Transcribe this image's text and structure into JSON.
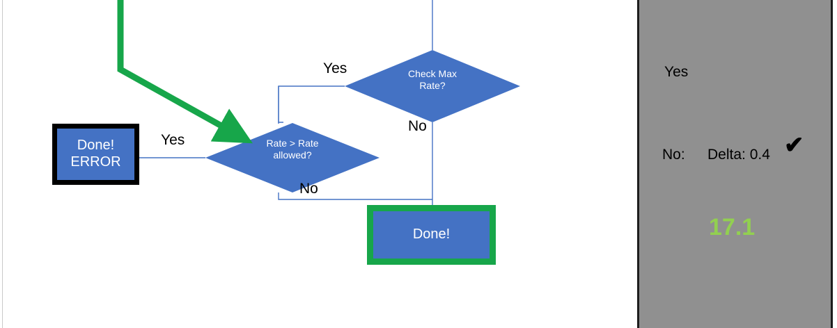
{
  "slide": {
    "background_color": "#FFFFFF",
    "shape_fill": "#4472C4",
    "connector_color": "#4472C4",
    "highlight_green": "#17A64A",
    "error_border": "#000000"
  },
  "flowchart": {
    "nodes": [
      {
        "id": "box-error",
        "type": "process",
        "lines": [
          "Done!",
          "ERROR"
        ],
        "border_color": "#000000",
        "fill": "#4472C4"
      },
      {
        "id": "diamond-rate",
        "type": "decision",
        "lines": [
          "Rate > Rate",
          "allowed?"
        ],
        "fill": "#4472C4"
      },
      {
        "id": "diamond-maxrate",
        "type": "decision",
        "lines": [
          "Check Max",
          "Rate?"
        ],
        "fill": "#4472C4"
      },
      {
        "id": "box-done",
        "type": "process",
        "lines": [
          "Done!"
        ],
        "border_color": "#17A64A",
        "fill": "#4472C4"
      }
    ],
    "edge_labels": {
      "yes_to_error": "Yes",
      "no_from_rate": "No",
      "yes_from_maxrate": "Yes",
      "no_from_maxrate": "No"
    }
  },
  "panel": {
    "background_color": "#909090",
    "yes_label": "Yes",
    "no_label": "No:",
    "delta_label": "Delta: 0.4",
    "check_mark": "✔",
    "result_value": "17.1",
    "result_color": "#92D050",
    "arrow_color": "#4D4D4D"
  }
}
